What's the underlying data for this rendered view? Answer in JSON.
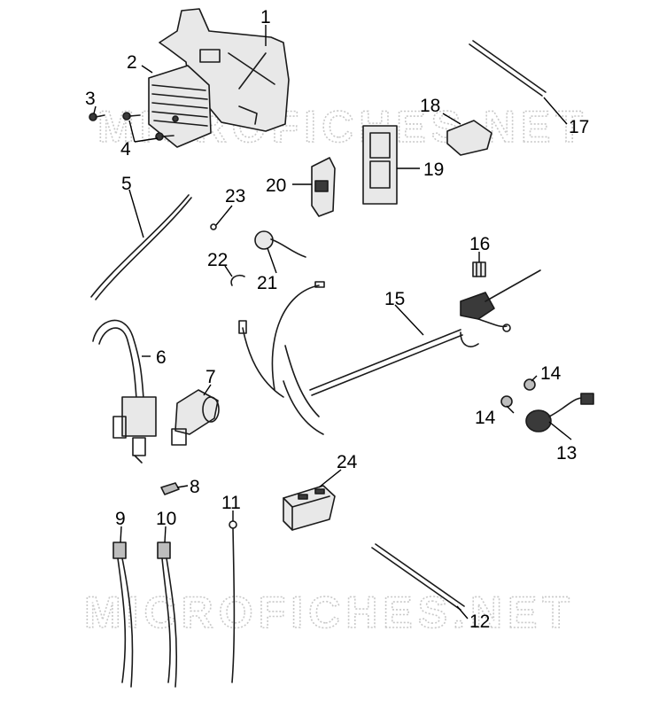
{
  "watermark": {
    "text": "MICROFICHES.NET"
  },
  "callouts": {
    "c1": "1",
    "c2": "2",
    "c3": "3",
    "c4": "4",
    "c5": "5",
    "c6": "6",
    "c7": "7",
    "c8": "8",
    "c9": "9",
    "c10": "10",
    "c11": "11",
    "c12": "12",
    "c13": "13",
    "c14a": "14",
    "c14b": "14",
    "c15": "15",
    "c16": "16",
    "c17": "17",
    "c18": "18",
    "c19": "19",
    "c20": "20",
    "c21": "21",
    "c22": "22",
    "c23": "23",
    "c24": "24"
  }
}
